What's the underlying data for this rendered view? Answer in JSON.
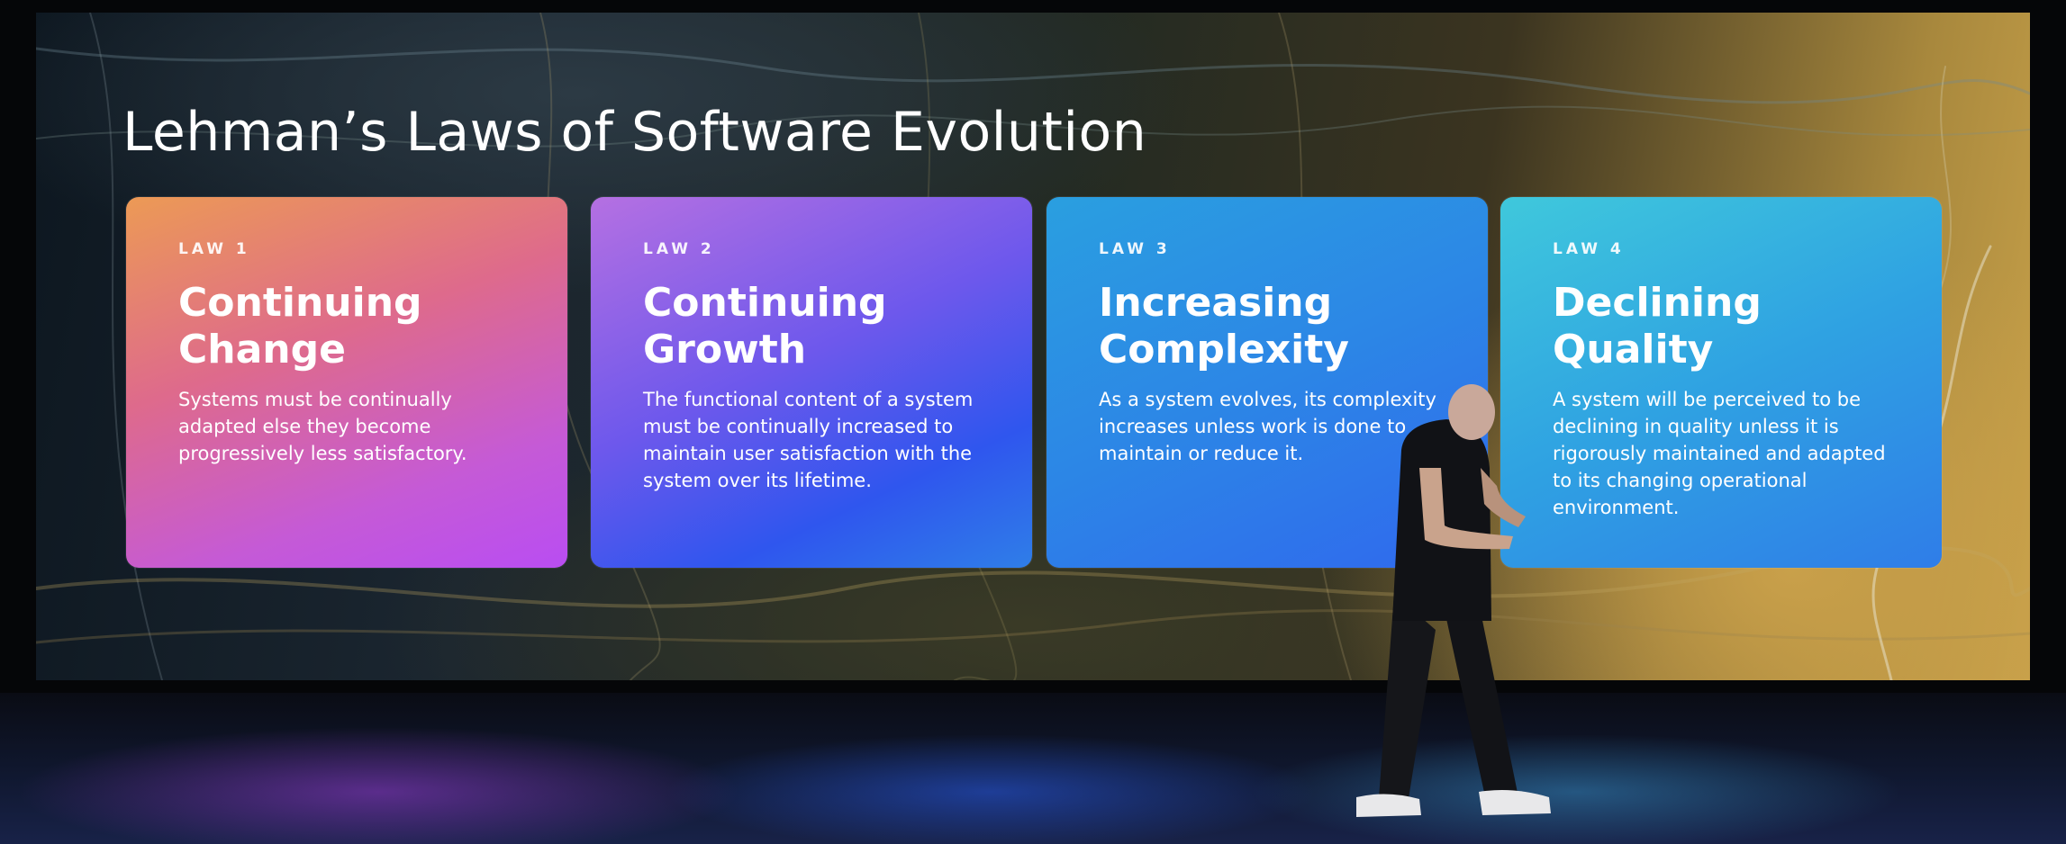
{
  "slide": {
    "title": "Lehman’s Laws of Software Evolution",
    "laws": [
      {
        "tag": "LAW 1",
        "name_line1": "Continuing",
        "name_line2": "Change",
        "description": "Systems must be continually adapted else they become progressively less satisfactory."
      },
      {
        "tag": "LAW 2",
        "name_line1": "Continuing",
        "name_line2": "Growth",
        "description": "The functional content of a system must be continually increased to maintain user satisfaction with the system over its lifetime."
      },
      {
        "tag": "LAW 3",
        "name_line1": "Increasing",
        "name_line2": "Complexity",
        "description": "As a system evolves, its complexity increases unless work is done to maintain or reduce it."
      },
      {
        "tag": "LAW 4",
        "name_line1": "Declining",
        "name_line2": "Quality",
        "description": "A system will be perceived to be declining in quality unless it is rigorously maintained and adapted to its changing operational environment."
      }
    ]
  },
  "colors": {
    "card1": "#de6a8c",
    "card2": "#6d58ec",
    "card3": "#2c86e6",
    "card4": "#2fa2e2"
  }
}
